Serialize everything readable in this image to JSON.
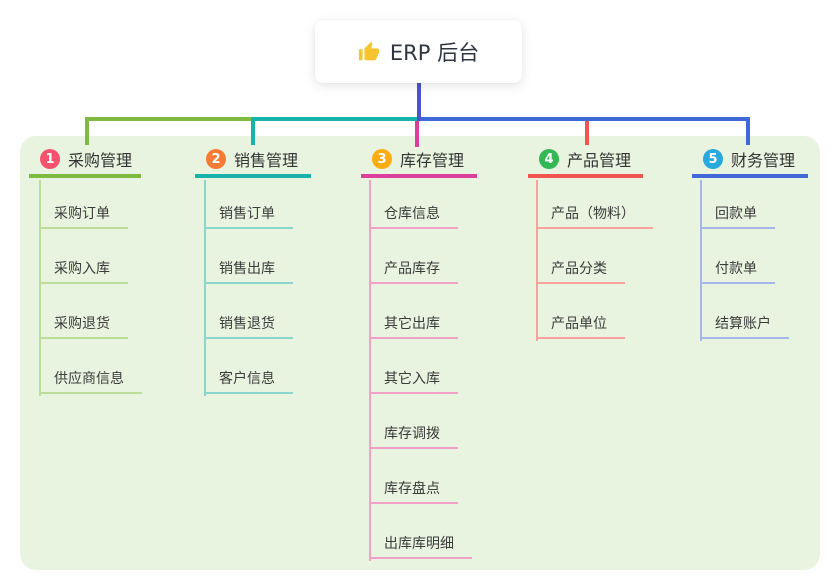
{
  "page": {
    "background_color": "#ffffff",
    "panel_background_color": "#e9f4e0"
  },
  "root": {
    "label": "ERP 后台",
    "icon": "thumbs-up-icon",
    "icon_color": "#f6c52e",
    "vertical_connector_color": "#4a53d1"
  },
  "branches": [
    {
      "badge": "1",
      "label": "采购管理",
      "badge_color": "#f4526d",
      "line_color": "#7ebb40",
      "child_line_color": "#bcdc9a",
      "children": [
        "采购订单",
        "采购入库",
        "采购退货",
        "供应商信息"
      ]
    },
    {
      "badge": "2",
      "label": "销售管理",
      "badge_color": "#f87b35",
      "line_color": "#17b3aa",
      "child_line_color": "#8ad6cc",
      "children": [
        "销售订单",
        "销售出库",
        "销售退货",
        "客户信息"
      ]
    },
    {
      "badge": "3",
      "label": "库存管理",
      "badge_color": "#fcad12",
      "line_color": "#dd3d9b",
      "child_line_color": "#f2a0c8",
      "children": [
        "仓库信息",
        "产品库存",
        "其它出库",
        "其它入库",
        "库存调拨",
        "库存盘点",
        "出库库明细"
      ]
    },
    {
      "badge": "4",
      "label": "产品管理",
      "badge_color": "#33b854",
      "line_color": "#f2544e",
      "child_line_color": "#f8a29c",
      "children": [
        "产品（物料）",
        "产品分类",
        "产品单位"
      ]
    },
    {
      "badge": "5",
      "label": "财务管理",
      "badge_color": "#29a9dd",
      "line_color": "#3f68d9",
      "child_line_color": "#a5b8e8",
      "children": [
        "回款单",
        "付款单",
        "结算账户"
      ]
    }
  ]
}
